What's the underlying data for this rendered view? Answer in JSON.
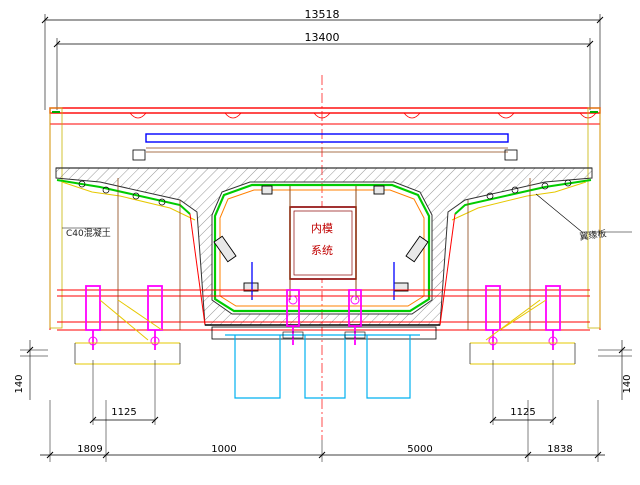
{
  "dimensions": {
    "overall_width": "13518",
    "span_width": "13400",
    "left_height": "140",
    "right_height": "140",
    "left_inner_width": "1125",
    "right_inner_width": "1125",
    "bottom_left_outer": "1809",
    "bottom_left_center": "1000",
    "bottom_right_center": "5000",
    "bottom_right_outer": "1838"
  },
  "labels": {
    "left_wing_note": "C40混凝土",
    "right_wing_note": "翼缘板",
    "inner_box_top": "内模",
    "inner_box_bottom": "系统"
  },
  "colors": {
    "beam": "#ff0000",
    "hanger": "#ff00ff",
    "inner_form": "#00cc00",
    "formwork_blue": "#0000ff",
    "cyan_support": "#00b0f0",
    "yellow_member": "#e6c800",
    "brown_member": "#8b4513",
    "orange_member": "#ff8000",
    "hatch": "#555555",
    "dimension": "#000000"
  }
}
